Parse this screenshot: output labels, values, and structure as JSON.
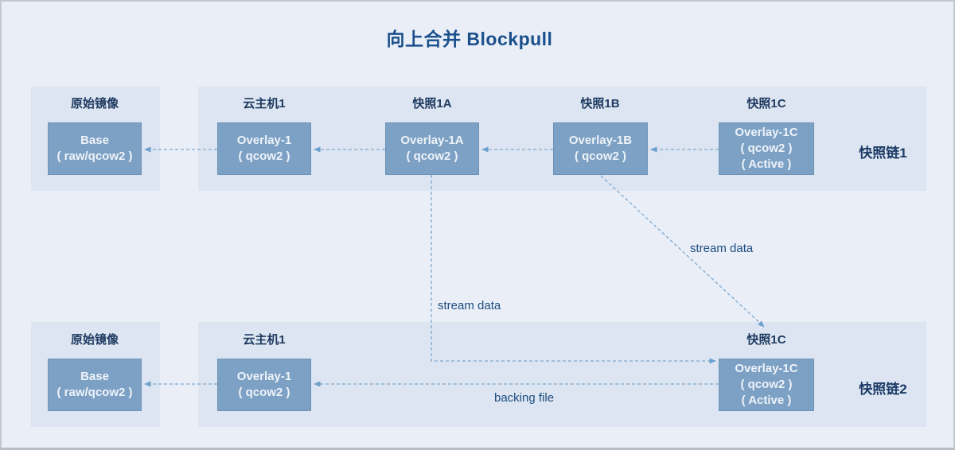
{
  "title": "向上合并 Blockpull",
  "chain1": {
    "name": "快照链1",
    "nodes": [
      {
        "label": "原始镜像",
        "line1": "Base",
        "line2": "( raw/qcow2 )"
      },
      {
        "label": "云主机1",
        "line1": "Overlay-1",
        "line2": "( qcow2 )"
      },
      {
        "label": "快照1A",
        "line1": "Overlay-1A",
        "line2": "( qcow2 )"
      },
      {
        "label": "快照1B",
        "line1": "Overlay-1B",
        "line2": "( qcow2 )"
      },
      {
        "label": "快照1C",
        "line1": "Overlay-1C",
        "line2": "( qcow2 )",
        "line3": "( Active )"
      }
    ]
  },
  "chain2": {
    "name": "快照链2",
    "nodes": [
      {
        "label": "原始镜像",
        "line1": "Base",
        "line2": "( raw/qcow2 )"
      },
      {
        "label": "云主机1",
        "line1": "Overlay-1",
        "line2": "( qcow2 )"
      },
      {
        "label": "快照1C",
        "line1": "Overlay-1C",
        "line2": "( qcow2 )",
        "line3": "( Active )"
      }
    ]
  },
  "edge_labels": {
    "stream_data_left": "stream data",
    "stream_data_right": "stream data",
    "backing_file": "backing file"
  },
  "colors": {
    "background": "#e9eef7",
    "panel": "#dce5f1",
    "box_fill": "#7da1c4",
    "box_text": "#eef3f9",
    "connector": "#7fa9ce",
    "title_text": "#1a4f8c",
    "label_text": "#1f3a60"
  }
}
